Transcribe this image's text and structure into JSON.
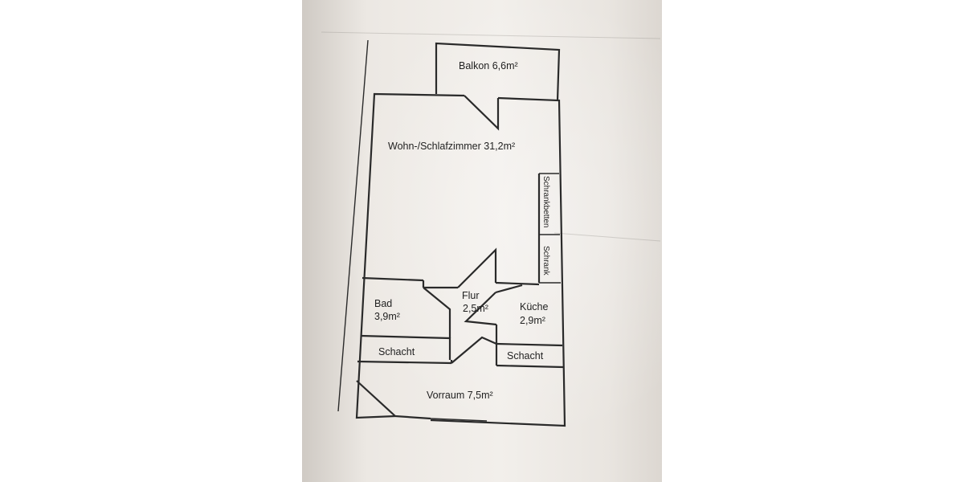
{
  "rooms": {
    "balkon": "Balkon  6,6m²",
    "wohn": "Wohn-/Schlafzimmer  31,2m²",
    "bad_name": "Bad",
    "bad_area": "3,9m²",
    "flur_name": "Flur",
    "flur_area": "2,5m²",
    "kueche_name": "Küche",
    "kueche_area": "2,9m²",
    "schacht_left": "Schacht",
    "schacht_right": "Schacht",
    "vorraum": "Vorraum  7,5m²"
  },
  "furniture": {
    "schrankbetten": "Schrankbetten",
    "schrank": "Schrank"
  }
}
